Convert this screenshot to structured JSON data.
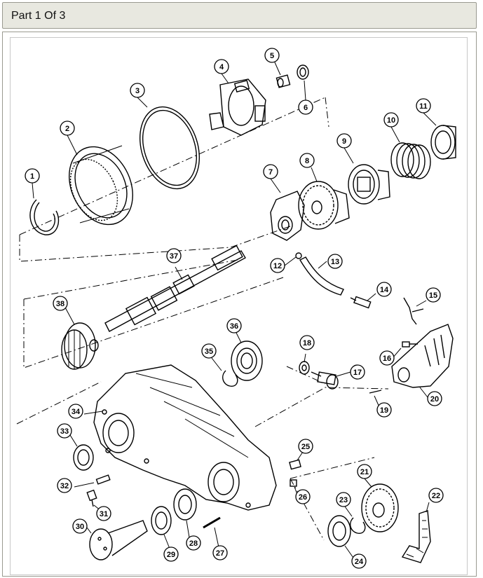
{
  "header": {
    "title": "Part 1 Of 3"
  },
  "diagram": {
    "callouts": [
      {
        "id": "1",
        "label": "1"
      },
      {
        "id": "2",
        "label": "2"
      },
      {
        "id": "3",
        "label": "3"
      },
      {
        "id": "4",
        "label": "4"
      },
      {
        "id": "5",
        "label": "5"
      },
      {
        "id": "6",
        "label": "6"
      },
      {
        "id": "7",
        "label": "7"
      },
      {
        "id": "8",
        "label": "8"
      },
      {
        "id": "9",
        "label": "9"
      },
      {
        "id": "10",
        "label": "10"
      },
      {
        "id": "11",
        "label": "11"
      },
      {
        "id": "12",
        "label": "12"
      },
      {
        "id": "13",
        "label": "13"
      },
      {
        "id": "14",
        "label": "14"
      },
      {
        "id": "15",
        "label": "15"
      },
      {
        "id": "16",
        "label": "16"
      },
      {
        "id": "17",
        "label": "17"
      },
      {
        "id": "18",
        "label": "18"
      },
      {
        "id": "19",
        "label": "19"
      },
      {
        "id": "20",
        "label": "20"
      },
      {
        "id": "21",
        "label": "21"
      },
      {
        "id": "22",
        "label": "22"
      },
      {
        "id": "23",
        "label": "23"
      },
      {
        "id": "24",
        "label": "24"
      },
      {
        "id": "25",
        "label": "25"
      },
      {
        "id": "26",
        "label": "26"
      },
      {
        "id": "27",
        "label": "27"
      },
      {
        "id": "28",
        "label": "28"
      },
      {
        "id": "29",
        "label": "29"
      },
      {
        "id": "30",
        "label": "30"
      },
      {
        "id": "31",
        "label": "31"
      },
      {
        "id": "32",
        "label": "32"
      },
      {
        "id": "33",
        "label": "33"
      },
      {
        "id": "34",
        "label": "34"
      },
      {
        "id": "35",
        "label": "35"
      },
      {
        "id": "36",
        "label": "36"
      },
      {
        "id": "37",
        "label": "37"
      },
      {
        "id": "38",
        "label": "38"
      }
    ]
  }
}
